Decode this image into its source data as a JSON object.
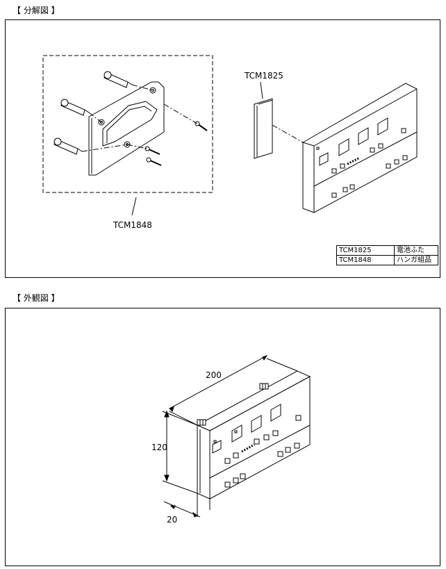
{
  "sections": {
    "exploded": {
      "title": "【 分解図 】"
    },
    "exterior": {
      "title": "【 外観図 】"
    }
  },
  "labels": {
    "hanger_part": "TCM1848",
    "battery_cover_part": "TCM1825"
  },
  "parts_table": [
    {
      "code": "TCM1825",
      "name": "電池ふた"
    },
    {
      "code": "TCM1848",
      "name": "ハンガ組品"
    }
  ],
  "dimensions": {
    "width": "200",
    "height": "120",
    "depth": "20"
  }
}
